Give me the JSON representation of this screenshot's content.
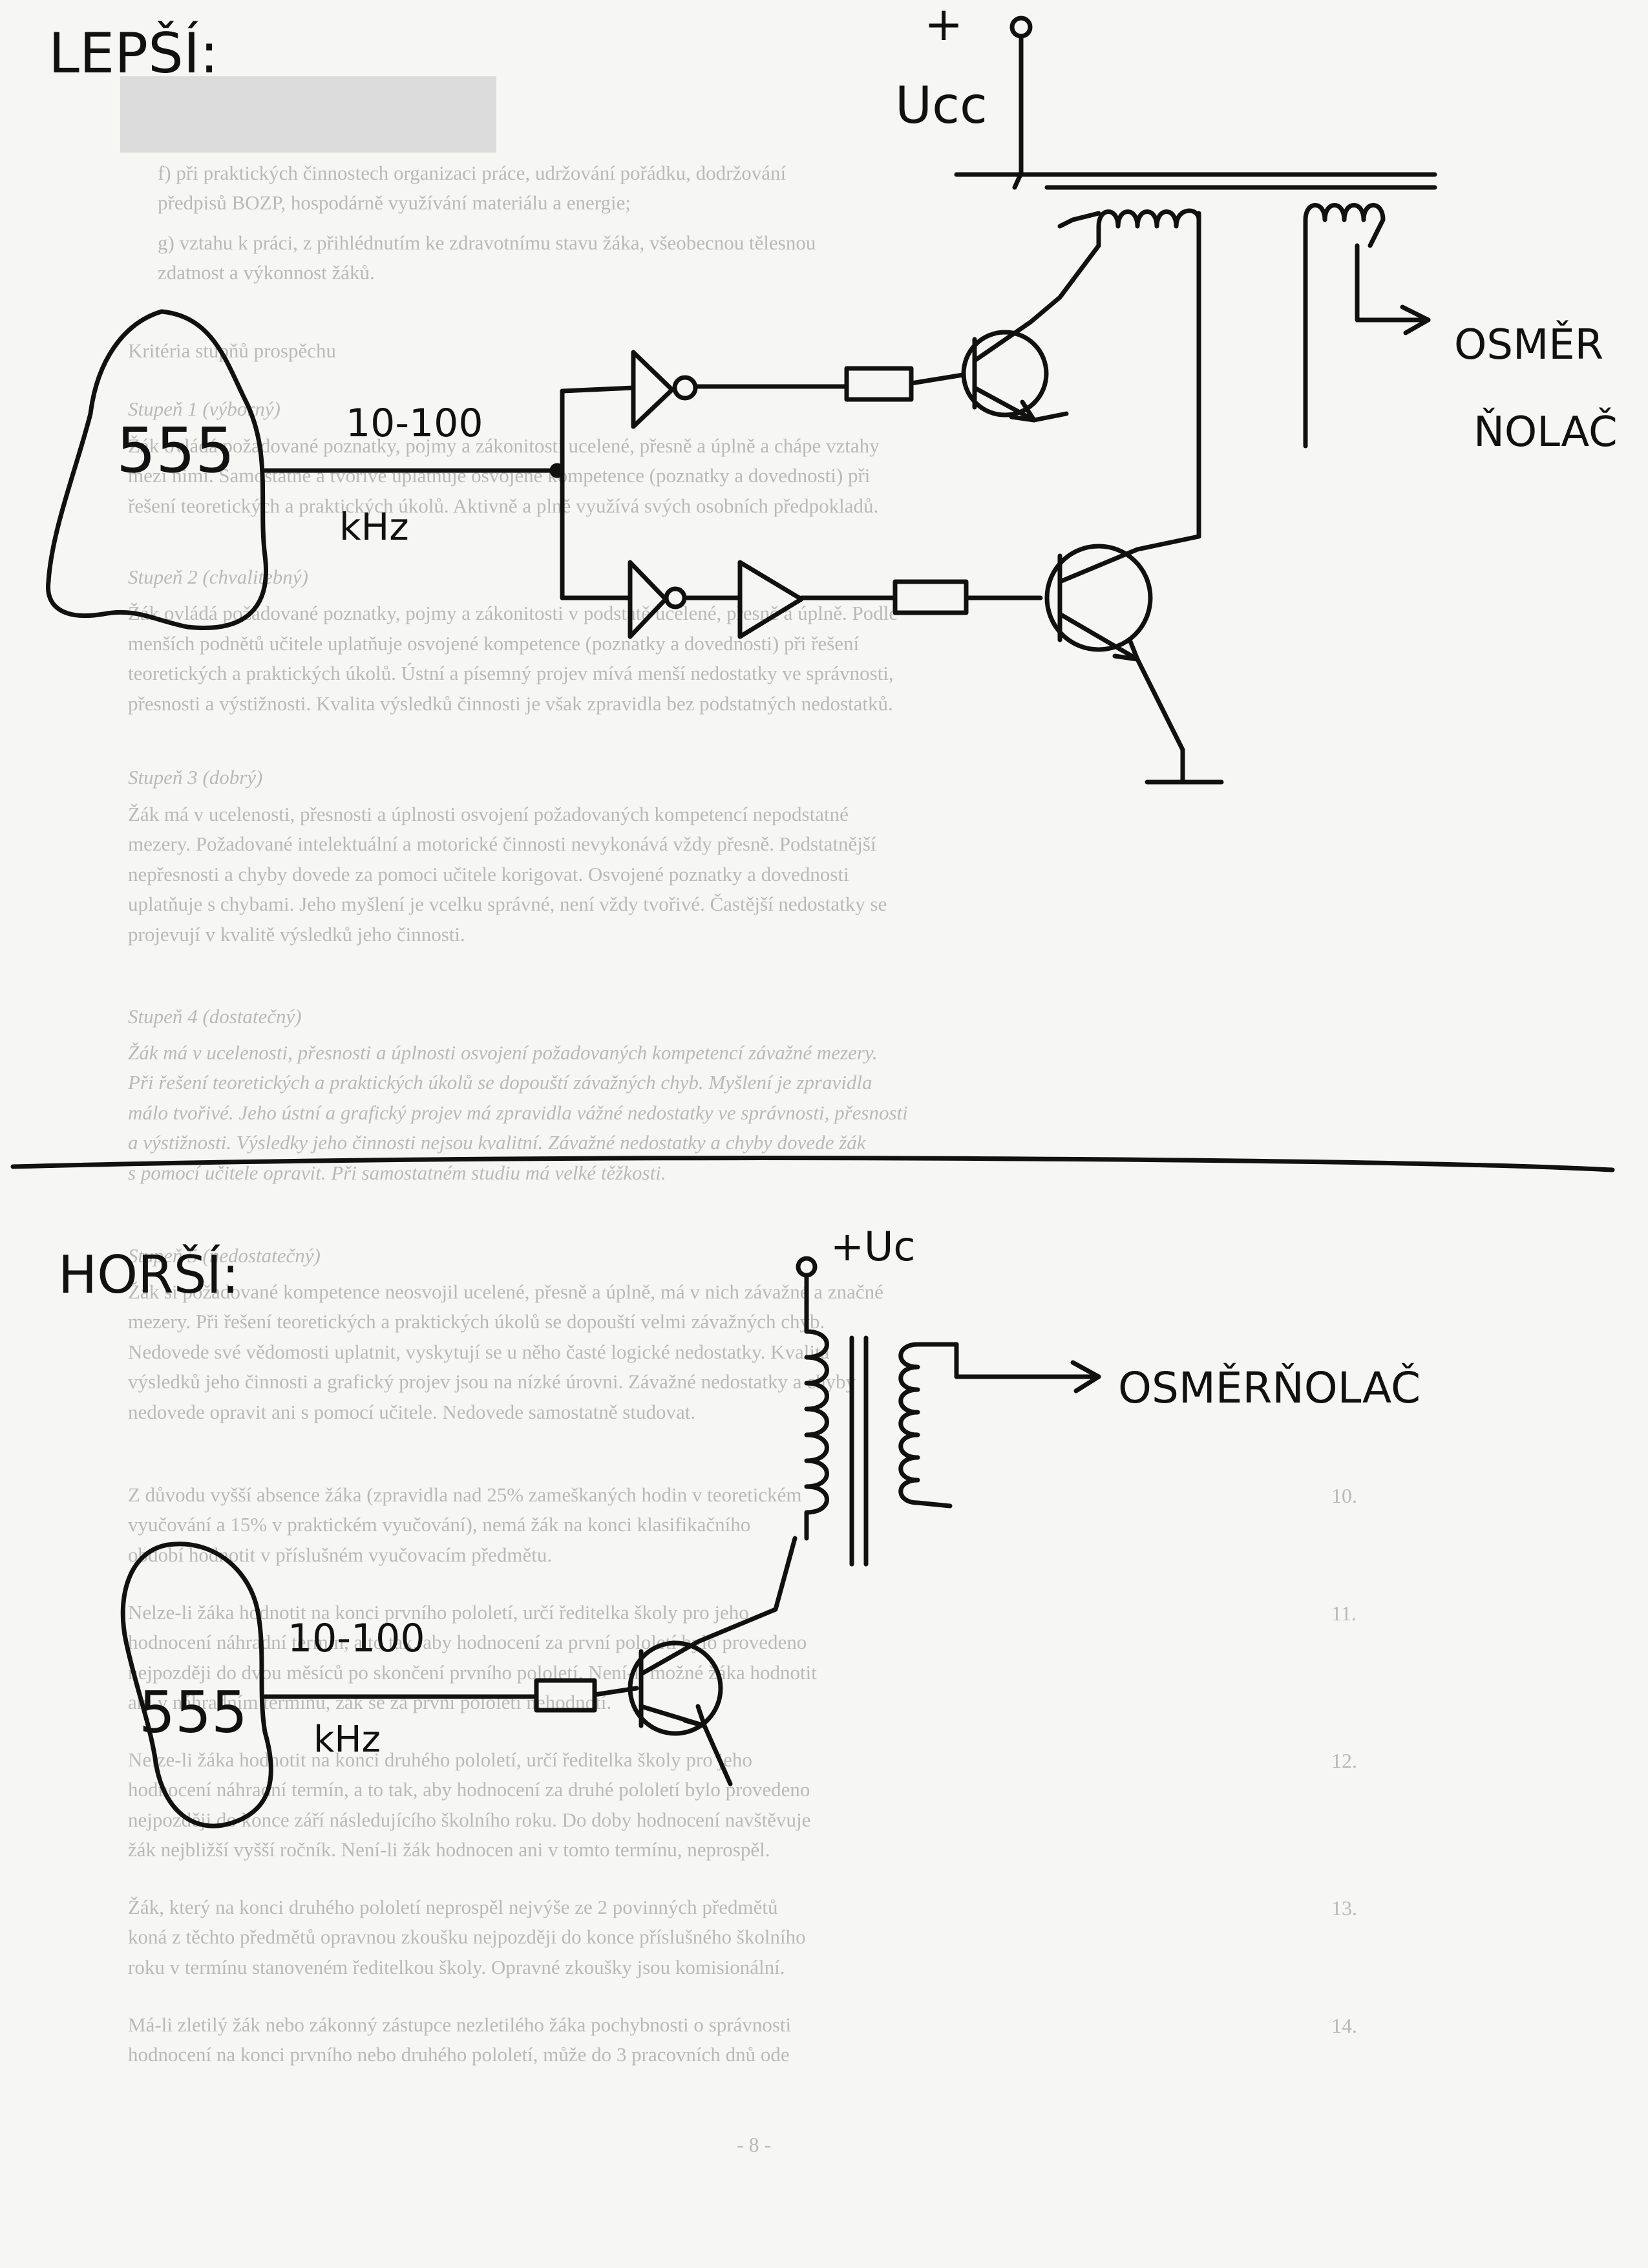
{
  "sketch": {
    "upper": {
      "heading": "LEPŠÍ:",
      "chip": "555",
      "freq_range": "10-100",
      "freq_unit": "kHz",
      "supply_plus": "+",
      "supply_label": "Ucc",
      "rectifier_label_1": "OSMĚR",
      "rectifier_label_2": "ŇOLAČ"
    },
    "lower": {
      "heading": "HORŠÍ:",
      "chip": "555",
      "freq_range": "10-100",
      "freq_unit": "kHz",
      "supply_label": "+Uc",
      "rectifier_label": "OSMĚRŇOLAČ"
    }
  },
  "printed_page": {
    "lines": [
      "f)   při praktických činnostech organizaci práce, udržování pořádku, dodržování",
      "      předpisů BOZP, hospodárně využívání materiálu a energie;",
      "g)   vztahu k práci, z přihlédnutím ke zdravotnímu stavu žáka, všeobecnou tělesnou",
      "      zdatnost a výkonnost žáků.",
      "Kritéria stupňů prospěchu",
      "Stupeň 1 (výborný)",
      "Žák ovládá požadované poznatky, pojmy a zákonitosti ucelené, přesně a úplně a chápe vztahy",
      "mezi nimi. Samostatně a tvořivě uplatňuje osvojené kompetence (poznatky a dovednosti) při",
      "řešení teoretických a praktických úkolů. Aktivně a plně využívá svých osobních předpokladů.",
      "Stupeň 2 (chvalitebný)",
      "Žák ovládá požadované poznatky, pojmy a zákonitosti v podstatě ucelené, přesně a úplně. Podle",
      "menších podnětů učitele uplatňuje osvojené kompetence (poznatky a dovednosti) při řešení",
      "teoretických a praktických úkolů. Ústní a písemný projev mívá menší nedostatky ve správnosti,",
      "přesnosti a výstižnosti. Kvalita výsledků činnosti je však zpravidla bez podstatných nedostatků.",
      "Stupeň 3 (dobrý)",
      "Žák má v ucelenosti, přesnosti a úplnosti osvojení požadovaných kompetencí nepodstatné",
      "mezery. Požadované intelektuální a motorické činnosti nevykonává vždy přesně. Podstatnější",
      "nepřesnosti a chyby dovede za pomoci učitele korigovat. Osvojené poznatky a dovednosti",
      "uplatňuje s chybami. Jeho myšlení je vcelku správné, není vždy tvořivé. Častější nedostatky se",
      "projevují v kvalitě výsledků jeho činnosti.",
      "Stupeň 4 (dostatečný)",
      "Žák má v ucelenosti, přesnosti a úplnosti osvojení požadovaných kompetencí závažné mezery.",
      "Při řešení teoretických a praktických úkolů se dopouští závažných chyb. Myšlení je zpravidla",
      "málo tvořivé. Jeho ústní a grafický projev má zpravidla vážné nedostatky ve správnosti, přesnosti",
      "a výstižnosti. Výsledky jeho činnosti nejsou kvalitní. Závažné nedostatky a chyby dovede žák",
      "s pomocí učitele opravit. Při samostatném studiu má velké těžkosti.",
      "Stupeň 5 (nedostatečný)",
      "Žák si požadované kompetence neosvojil ucelené, přesně a úplně, má v nich závažné a značné",
      "mezery. Při řešení teoretických a praktických úkolů se dopouští velmi závažných chyb.",
      "Nedovede své vědomosti uplatnit, vyskytují se u něho časté logické nedostatky. Kvalita",
      "výsledků jeho činnosti a grafický projev jsou na nízké úrovni. Závažné nedostatky a chyby",
      "nedovede opravit ani s pomocí učitele. Nedovede samostatně studovat.",
      "Z důvodu vyšší absence žáka (zpravidla nad 25% zameškaných hodin v teoretickém",
      "vyučování a 15% v praktickém vyučování), nemá žák na konci klasifikačního",
      "období hodnotit v příslušném vyučovacím předmětu.",
      "Nelze-li žáka hodnotit na konci prvního pololetí, určí ředitelka školy pro jeho",
      "hodnocení náhradní termín, a to tak, aby hodnocení za první pololetí bylo provedeno",
      "nejpozději do dvou měsíců po skončení prvního pololetí. Není-li možné žáka hodnotit",
      "ani v náhradním termínu, žák se za první pololetí nehodnotí.",
      "Nelze-li žáka hodnotit na konci druhého pololetí, určí ředitelka školy pro jeho",
      "hodnocení náhradní termín, a to tak, aby hodnocení za druhé pololetí bylo provedeno",
      "nejpozději do konce září následujícího školního roku. Do doby hodnocení navštěvuje",
      "žák nejbližší vyšší ročník. Není-li žák hodnocen ani v tomto termínu, neprospěl.",
      "Žák, který na konci druhého pololetí neprospěl nejvýše ze 2 povinných předmětů",
      "koná z těchto předmětů opravnou zkoušku nejpozději do konce příslušného školního",
      "roku v termínu stanoveném ředitelkou školy. Opravné zkoušky jsou komisionální.",
      "Má-li zletilý žák nebo zákonný zástupce nezletilého žáka pochybnosti o správnosti",
      "hodnocení na konci prvního nebo druhého pololetí, může do 3 pracovních dnů ode"
    ],
    "numbers": [
      "10.",
      "11.",
      "12.",
      "13.",
      "14."
    ],
    "footer": "- 8 -"
  }
}
